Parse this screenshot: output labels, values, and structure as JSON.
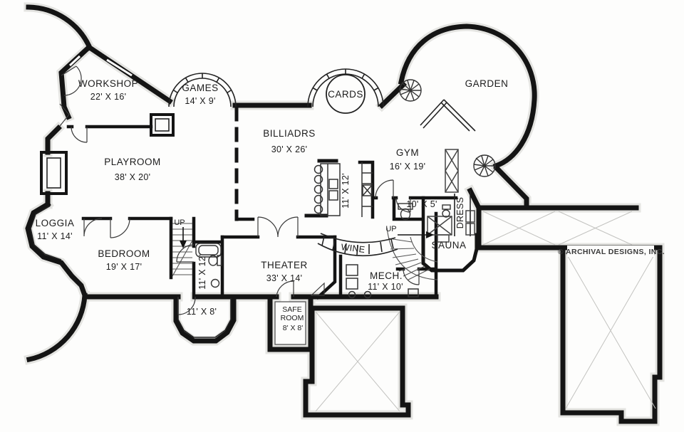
{
  "plan": {
    "copyright": "© ARCHIVAL DESIGNS, INC.",
    "colors": {
      "wall": "#141414",
      "halo": "#e4e4e1",
      "hatch": "#c3c3c0",
      "text": "#1c1c1c"
    },
    "rooms": {
      "workshop": {
        "name": "WORKSHOP",
        "dims": "22' X 16'"
      },
      "games": {
        "name": "GAMES",
        "dims": "14' X 9'"
      },
      "cards": {
        "name": "CARDS"
      },
      "billiards": {
        "name": "BILLIADRS",
        "dims": "30' X 26'"
      },
      "garden": {
        "name": "GARDEN"
      },
      "gym": {
        "name": "GYM",
        "dims": "16' X 19'"
      },
      "kitchen_bar": {
        "dims": "11' X 12'"
      },
      "bath_small": {
        "dims": "10' X 5'"
      },
      "dress": {
        "name": "DRESS"
      },
      "sauna": {
        "name": "SAUNA"
      },
      "playroom": {
        "name": "PLAYROOM",
        "dims": "38' X 20'"
      },
      "loggia": {
        "name": "LOGGIA",
        "dims": "11' X 14'"
      },
      "bedroom": {
        "name": "BEDROOM",
        "dims": "19' X 17'"
      },
      "bath_bedroom": {
        "dims": "11' X 12'"
      },
      "theater": {
        "name": "THEATER",
        "dims": "33' X 14'"
      },
      "wine": {
        "name": "WINE"
      },
      "mech": {
        "name": "MECH.",
        "dims": "11' X 10'"
      },
      "bay_room": {
        "dims": "11' X 8'"
      },
      "safe_room": {
        "line1": "SAFE",
        "line2": "ROOM",
        "dims": "8' X 8'"
      },
      "stair_main": {
        "label": "UP"
      },
      "stair_bedroom": {
        "label": "UP"
      }
    }
  }
}
